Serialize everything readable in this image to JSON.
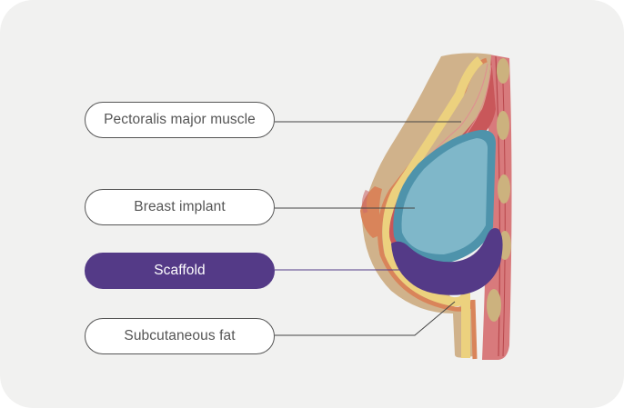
{
  "diagram": {
    "title": "Breast cross-section with implant and scaffold",
    "labels": [
      {
        "id": "pectoralis",
        "text": "Pectoralis major muscle",
        "highlighted": false
      },
      {
        "id": "implant",
        "text": "Breast implant",
        "highlighted": false
      },
      {
        "id": "scaffold",
        "text": "Scaffold",
        "highlighted": true
      },
      {
        "id": "fat",
        "text": "Subcutaneous fat",
        "highlighted": false
      }
    ],
    "colors": {
      "background": "#f1f1f0",
      "scaffold": "#543a87",
      "implant": "#7fb7c9",
      "implant_edge": "#4e93ab",
      "muscle": "#c9575a",
      "fat": "#ecd17e",
      "skin": "#d0b28b",
      "areola": "#d9845a",
      "leader_line": "#444444",
      "scaffold_line": "#543a87"
    }
  }
}
